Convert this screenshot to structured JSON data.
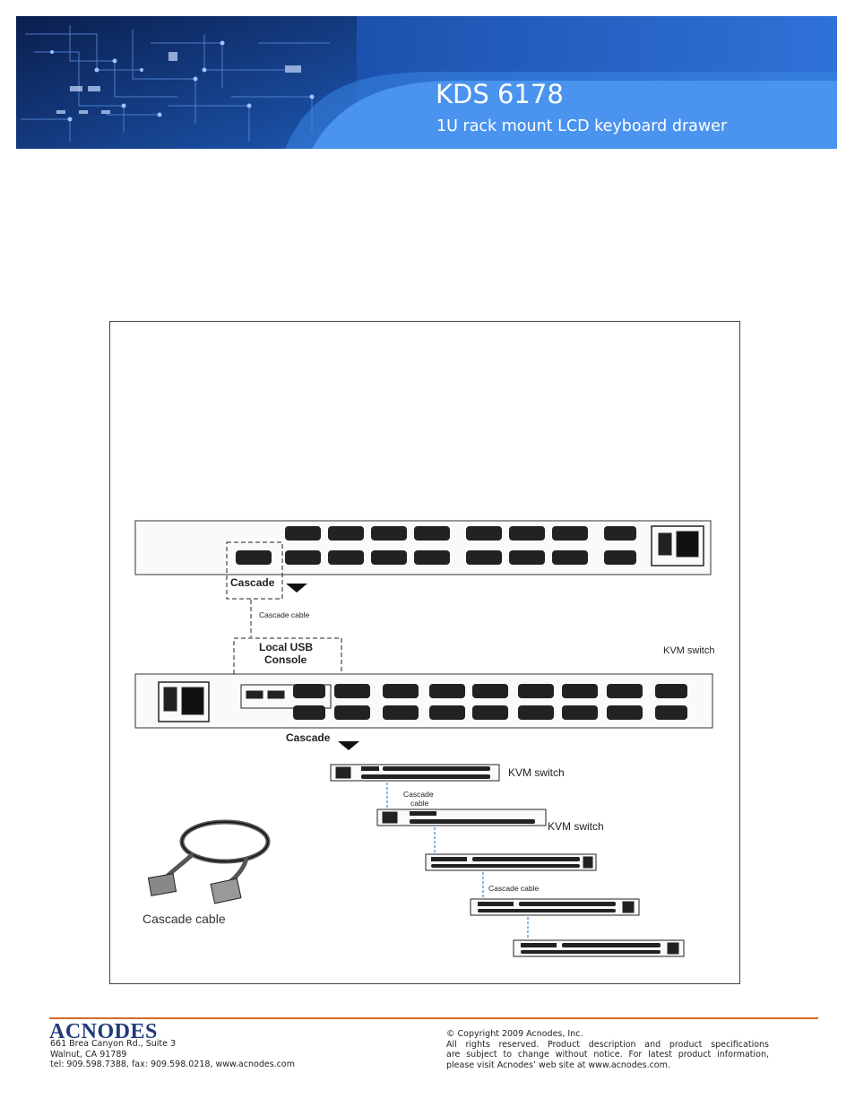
{
  "header": {
    "title": "KDS 6178",
    "subtitle": "1U rack mount LCD keyboard drawer"
  },
  "diagram": {
    "labels": {
      "cascade_top": "Cascade",
      "cascade_cable_top": "Cascade cable",
      "local_usb_line1": "Local USB",
      "local_usb_line2": "Console",
      "kvm_switch_main": "KVM switch",
      "cascade_mid": "Cascade",
      "kvm_switch_2": "KVM switch",
      "cascade_cable_2_line1": "Cascade",
      "cascade_cable_2_line2": "cable",
      "kvm_switch_3": "KVM switch",
      "cascade_cable_3": "Cascade cable",
      "cascade_cable_photo": "Cascade cable"
    }
  },
  "footer": {
    "logo": "ACNODES",
    "address_line1": "661 Brea Canyon Rd., Suite 3",
    "address_line2": "Walnut, CA 91789",
    "address_line3": "tel: 909.598.7388, fax: 909.598.0218, www.acnodes.com",
    "copyright_line1": "© Copyright 2009 Acnodes, Inc.",
    "copyright_line2": "All rights reserved. Product description and product specifications",
    "copyright_line3": "are subject to change without notice. For latest product information,",
    "copyright_line4": "please visit Acnodes’ web site at www.acnodes.com."
  }
}
